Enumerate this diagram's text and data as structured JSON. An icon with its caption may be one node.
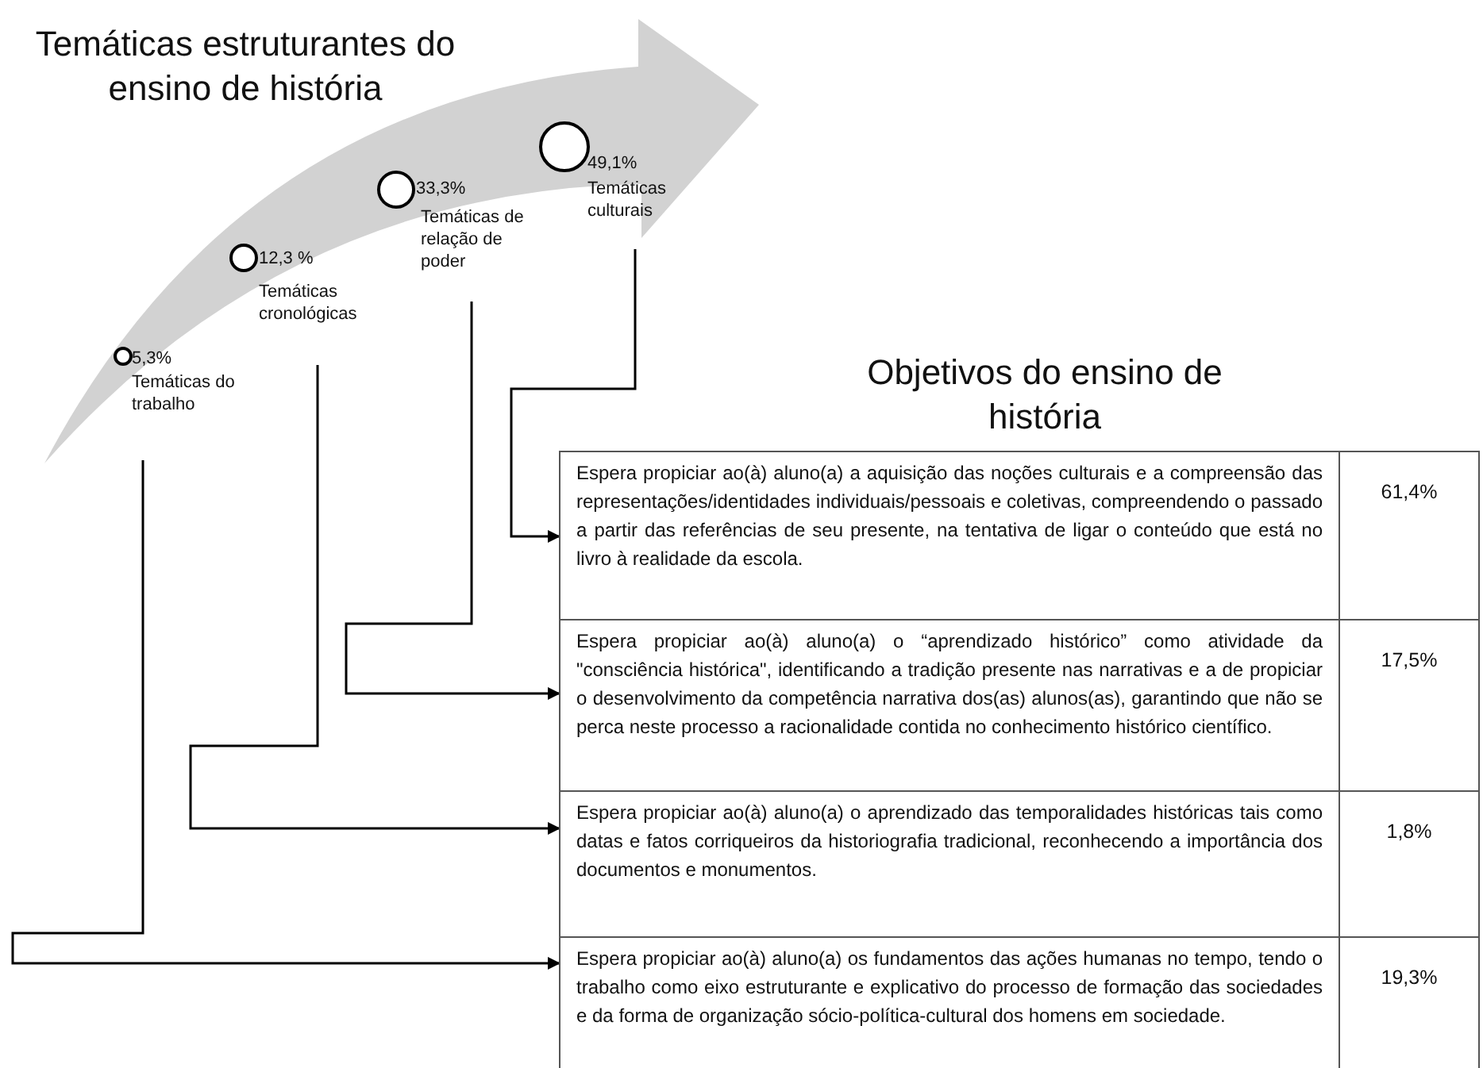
{
  "diagram": {
    "title": "Temáticas estruturantes do ensino de história",
    "nodes": [
      {
        "text": [
          "5,3%",
          "Temáticas do trabalho"
        ]
      },
      {
        "text": [
          "12,3 %",
          "Temáticas cronológicas"
        ]
      },
      {
        "text": [
          "33,3%",
          "Temáticas de relação de poder"
        ]
      },
      {
        "text": [
          "49,1%",
          "Temáticas culturais"
        ]
      },
      {
        "text": [
          "Objetivos do ensino de história"
        ]
      },
      {
        "text": [
          "Espera propiciar ao(à) aluno(a) a aquisição das noções culturais e a compreensão das representações/identidades individuais/pessoais e coletivas, compreendendo o passado a partir das referências de seu presente, na tentativa de ligar o conteúdo que está no livro à realidade da escola.",
          "61,4%"
        ],
        "in": 4
      },
      {
        "text": [
          "Espera propiciar ao(à) aluno(a) o “aprendizado histórico” como atividade da \"consciência histórica\", identificando a tradição presente nas narrativas e a de propiciar o desenvolvimento da competência narrativa dos(as) alunos(as), garantindo que não se perca neste processo a racionalidade contida no conhecimento histórico científico.",
          "17,5%"
        ],
        "in": 4
      },
      {
        "text": [
          "Espera propiciar ao(à) aluno(a) o aprendizado das temporalidades históricas tais como datas e fatos corriqueiros da historiografia tradicional, reconhecendo a importância dos documentos e monumentos.",
          "1,8%"
        ],
        "in": 4
      },
      {
        "text": [
          "Espera propiciar ao(à) aluno(a) os fundamentos das ações humanas no tempo, tendo o trabalho como eixo estruturante e explicativo do processo de formação das sociedades e da forma de organização sócio-política-cultural dos homens em sociedade.",
          "19,3%"
        ],
        "in": 4
      }
    ],
    "edges": [
      {
        "from": 0,
        "to": 8,
        "arrow": "to"
      },
      {
        "from": 1,
        "to": 7,
        "arrow": "to"
      },
      {
        "from": 2,
        "to": 6,
        "arrow": "to"
      },
      {
        "from": 3,
        "to": 5,
        "arrow": "to"
      }
    ]
  }
}
